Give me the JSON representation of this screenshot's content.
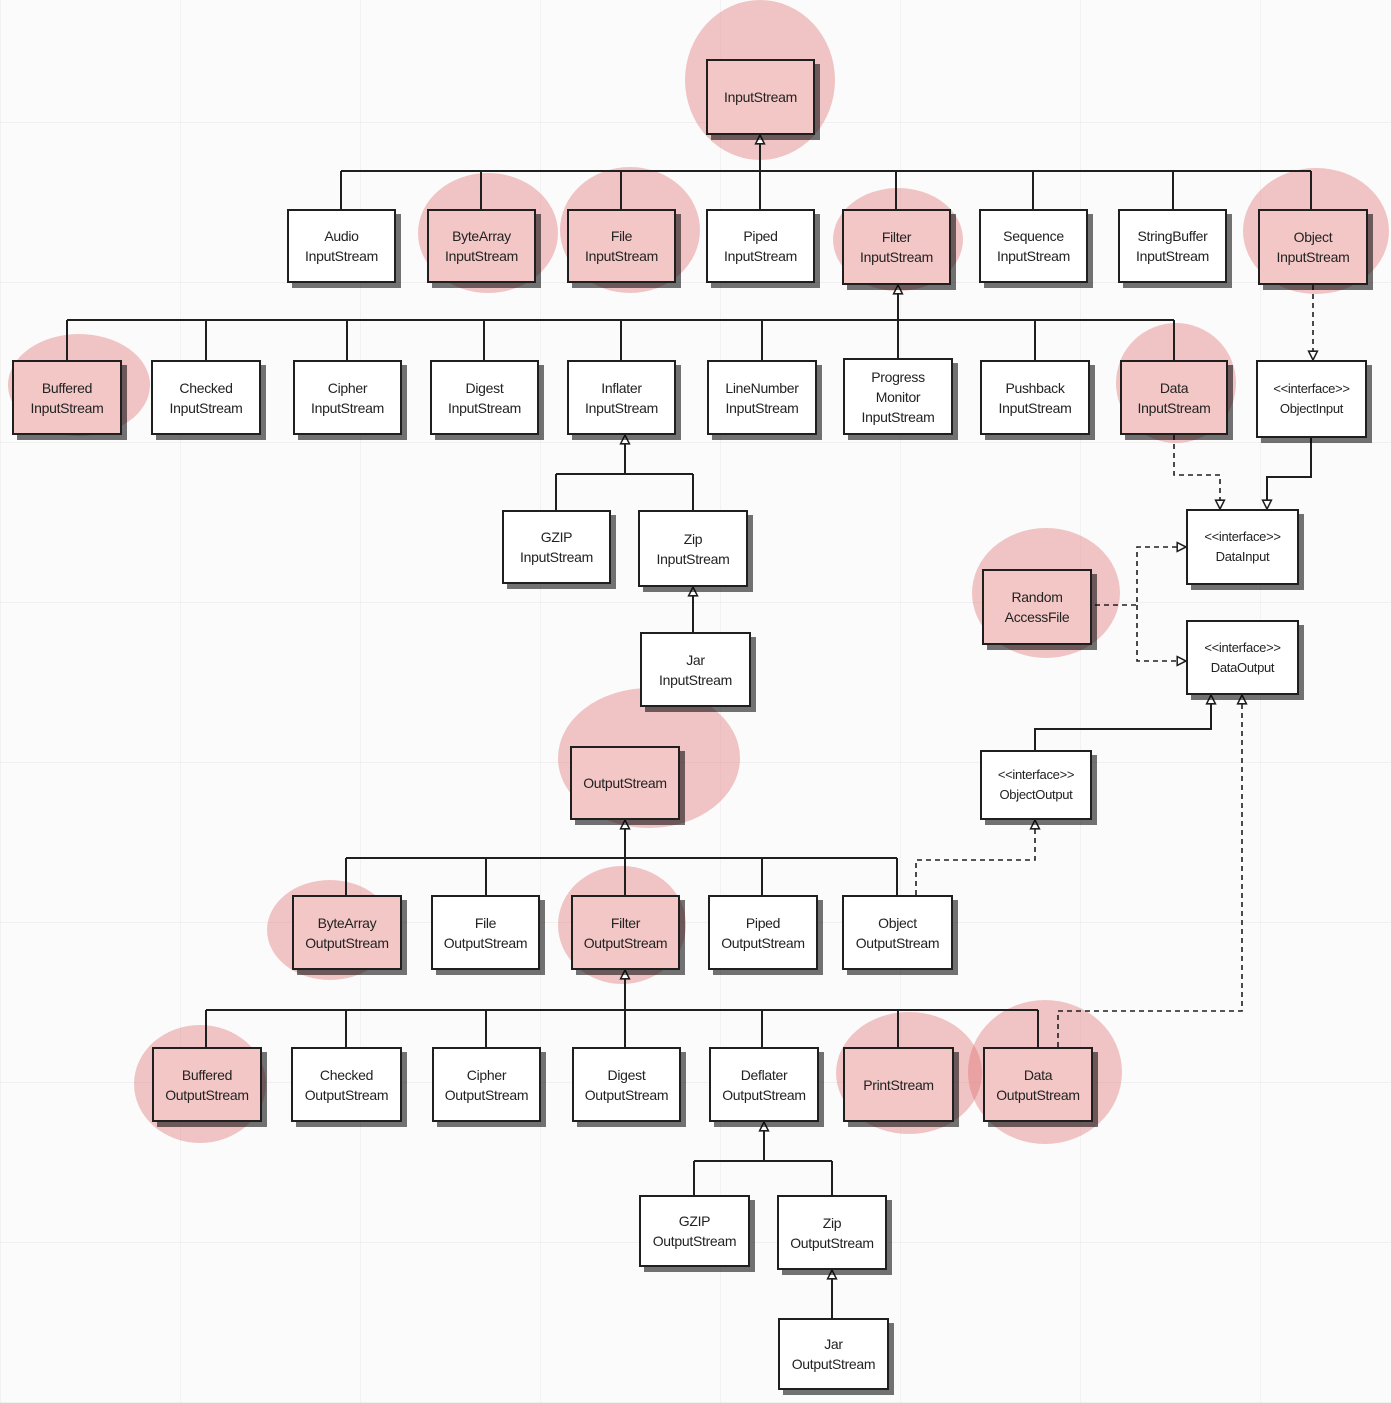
{
  "nodes": {
    "input_stream": {
      "lines": [
        "InputStream"
      ]
    },
    "audio_input_stream": {
      "lines": [
        "Audio",
        "InputStream"
      ]
    },
    "byte_array_input_stream": {
      "lines": [
        "ByteArray",
        "InputStream"
      ]
    },
    "file_input_stream": {
      "lines": [
        "File",
        "InputStream"
      ]
    },
    "piped_input_stream": {
      "lines": [
        "Piped",
        "InputStream"
      ]
    },
    "filter_input_stream": {
      "lines": [
        "Filter",
        "InputStream"
      ]
    },
    "sequence_input_stream": {
      "lines": [
        "Sequence",
        "InputStream"
      ]
    },
    "string_buffer_input_stream": {
      "lines": [
        "StringBuffer",
        "InputStream"
      ]
    },
    "object_input_stream": {
      "lines": [
        "Object",
        "InputStream"
      ]
    },
    "buffered_input_stream": {
      "lines": [
        "Buffered",
        "InputStream"
      ]
    },
    "checked_input_stream": {
      "lines": [
        "Checked",
        "InputStream"
      ]
    },
    "cipher_input_stream": {
      "lines": [
        "Cipher",
        "InputStream"
      ]
    },
    "digest_input_stream": {
      "lines": [
        "Digest",
        "InputStream"
      ]
    },
    "inflater_input_stream": {
      "lines": [
        "Inflater",
        "InputStream"
      ]
    },
    "line_number_input_stream": {
      "lines": [
        "LineNumber",
        "InputStream"
      ]
    },
    "progress_monitor_input_stream": {
      "lines": [
        "Progress",
        "Monitor",
        "InputStream"
      ]
    },
    "pushback_input_stream": {
      "lines": [
        "Pushback",
        "InputStream"
      ]
    },
    "data_input_stream": {
      "lines": [
        "Data",
        "InputStream"
      ]
    },
    "object_input_interface": {
      "lines": [
        "<<interface>>",
        "ObjectInput"
      ]
    },
    "gzip_input_stream": {
      "lines": [
        "GZIP",
        "InputStream"
      ]
    },
    "zip_input_stream": {
      "lines": [
        "Zip",
        "InputStream"
      ]
    },
    "jar_input_stream": {
      "lines": [
        "Jar",
        "InputStream"
      ]
    },
    "data_input_interface": {
      "lines": [
        "<<interface>>",
        "DataInput"
      ]
    },
    "random_access_file": {
      "lines": [
        "Random",
        "AccessFile"
      ]
    },
    "data_output_interface": {
      "lines": [
        "<<interface>>",
        "DataOutput"
      ]
    },
    "object_output_interface": {
      "lines": [
        "<<interface>>",
        "ObjectOutput"
      ]
    },
    "output_stream": {
      "lines": [
        "OutputStream"
      ]
    },
    "byte_array_output_stream": {
      "lines": [
        "ByteArray",
        "OutputStream"
      ]
    },
    "file_output_stream": {
      "lines": [
        "File",
        "OutputStream"
      ]
    },
    "filter_output_stream": {
      "lines": [
        "Filter",
        "OutputStream"
      ]
    },
    "piped_output_stream": {
      "lines": [
        "Piped",
        "OutputStream"
      ]
    },
    "object_output_stream": {
      "lines": [
        "Object",
        "OutputStream"
      ]
    },
    "buffered_output_stream": {
      "lines": [
        "Buffered",
        "OutputStream"
      ]
    },
    "checked_output_stream": {
      "lines": [
        "Checked",
        "OutputStream"
      ]
    },
    "cipher_output_stream": {
      "lines": [
        "Cipher",
        "OutputStream"
      ]
    },
    "digest_output_stream": {
      "lines": [
        "Digest",
        "OutputStream"
      ]
    },
    "deflater_output_stream": {
      "lines": [
        "Deflater",
        "OutputStream"
      ]
    },
    "print_stream": {
      "lines": [
        "PrintStream"
      ]
    },
    "data_output_stream": {
      "lines": [
        "Data",
        "OutputStream"
      ]
    },
    "gzip_output_stream": {
      "lines": [
        "GZIP",
        "OutputStream"
      ]
    },
    "zip_output_stream": {
      "lines": [
        "Zip",
        "OutputStream"
      ]
    },
    "jar_output_stream": {
      "lines": [
        "Jar",
        "OutputStream"
      ]
    }
  },
  "highlighted": [
    "input_stream",
    "byte_array_input_stream",
    "file_input_stream",
    "filter_input_stream",
    "object_input_stream",
    "buffered_input_stream",
    "data_input_stream",
    "random_access_file",
    "output_stream",
    "byte_array_output_stream",
    "filter_output_stream",
    "buffered_output_stream",
    "print_stream",
    "data_output_stream"
  ],
  "colors": {
    "box_fill": "#ffffff",
    "box_border": "#1f1f1f",
    "highlight_fill": "#f4c7c7",
    "highlight_marker": "#de6464",
    "line": "#1f1f1f"
  },
  "relations": [
    {
      "type": "extends",
      "from": [
        "audio_input_stream",
        "byte_array_input_stream",
        "file_input_stream",
        "piped_input_stream",
        "filter_input_stream",
        "sequence_input_stream",
        "string_buffer_input_stream",
        "object_input_stream"
      ],
      "to": "input_stream"
    },
    {
      "type": "extends",
      "from": [
        "buffered_input_stream",
        "checked_input_stream",
        "cipher_input_stream",
        "digest_input_stream",
        "inflater_input_stream",
        "line_number_input_stream",
        "progress_monitor_input_stream",
        "pushback_input_stream",
        "data_input_stream"
      ],
      "to": "filter_input_stream"
    },
    {
      "type": "extends",
      "from": [
        "gzip_input_stream",
        "zip_input_stream"
      ],
      "to": "inflater_input_stream"
    },
    {
      "type": "extends",
      "from": [
        "jar_input_stream"
      ],
      "to": "zip_input_stream"
    },
    {
      "type": "implements",
      "from": [
        "object_input_stream"
      ],
      "to": "object_input_interface"
    },
    {
      "type": "implements",
      "from": [
        "data_input_stream"
      ],
      "to": "data_input_interface"
    },
    {
      "type": "extends",
      "from": [
        "object_input_interface"
      ],
      "to": "data_input_interface"
    },
    {
      "type": "implements",
      "from": [
        "random_access_file"
      ],
      "to": "data_input_interface"
    },
    {
      "type": "implements",
      "from": [
        "random_access_file"
      ],
      "to": "data_output_interface"
    },
    {
      "type": "extends",
      "from": [
        "object_output_interface"
      ],
      "to": "data_output_interface"
    },
    {
      "type": "extends",
      "from": [
        "byte_array_output_stream",
        "file_output_stream",
        "filter_output_stream",
        "piped_output_stream",
        "object_output_stream"
      ],
      "to": "output_stream"
    },
    {
      "type": "implements",
      "from": [
        "object_output_stream"
      ],
      "to": "object_output_interface"
    },
    {
      "type": "extends",
      "from": [
        "buffered_output_stream",
        "checked_output_stream",
        "cipher_output_stream",
        "digest_output_stream",
        "deflater_output_stream",
        "print_stream",
        "data_output_stream"
      ],
      "to": "filter_output_stream"
    },
    {
      "type": "implements",
      "from": [
        "data_output_stream"
      ],
      "to": "data_output_interface"
    },
    {
      "type": "extends",
      "from": [
        "gzip_output_stream",
        "zip_output_stream"
      ],
      "to": "deflater_output_stream"
    },
    {
      "type": "extends",
      "from": [
        "jar_output_stream"
      ],
      "to": "zip_output_stream"
    }
  ]
}
